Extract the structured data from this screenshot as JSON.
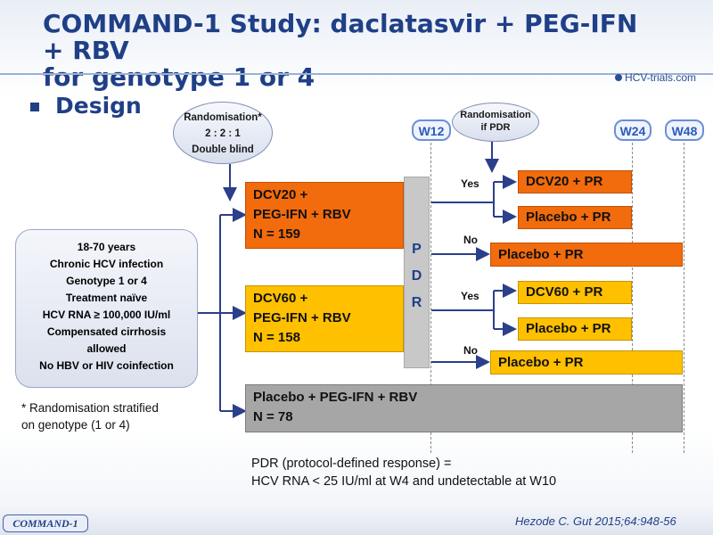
{
  "title": {
    "line1": "COMMAND-1 Study: daclatasvir + PEG-IFN + RBV",
    "line2": "for genotype 1 or 4"
  },
  "logo": {
    "text": "HCV-trials.com"
  },
  "section": "Design",
  "randomisation": {
    "line1": "Randomisation*",
    "line2": "2 : 2 : 1",
    "line3": "Double blind"
  },
  "randomisation_pdr": {
    "line1": "Randomisation",
    "line2": "if PDR"
  },
  "weeks": [
    "W12",
    "W24",
    "W48"
  ],
  "criteria": [
    "18-70 years",
    "Chronic HCV infection",
    "Genotype 1 or 4",
    "Treatment naïve",
    "HCV RNA ≥ 100,000 IU/ml",
    "Compensated cirrhosis",
    "allowed",
    "No HBV or HIV coinfection"
  ],
  "note": {
    "line1": "* Randomisation stratified",
    "line2": "on genotype (1 or 4)"
  },
  "arms": {
    "dcv20": {
      "line1": "DCV20 +",
      "line2": "PEG-IFN + RBV",
      "line3": "N = 159"
    },
    "dcv60": {
      "line1": "DCV60 +",
      "line2": "PEG-IFN + RBV",
      "line3": "N = 158"
    },
    "placebo": {
      "line1": "Placebo + PEG-IFN + RBV",
      "line2": "N = 78"
    }
  },
  "pdr_letters": [
    "P",
    "D",
    "R"
  ],
  "branches": {
    "yes": "Yes",
    "no": "No",
    "dcv20_pr": "DCV20 + PR",
    "dcv60_pr": "DCV60 + PR",
    "placebo_pr": "Placebo + PR"
  },
  "pdr_definition": {
    "line1": "PDR (protocol-defined response) =",
    "line2": "HCV RNA < 25 IU/ml at W4 and undetectable at W10"
  },
  "footer": {
    "tag": "COMMAND-1",
    "citation": "Hezode C. Gut 2015;64:948-56"
  },
  "colors": {
    "title": "#1f3f87",
    "orange": "#f26b0c",
    "yellow": "#ffc000",
    "grey": "#a6a6a6",
    "arrow": "#2b3f8a"
  }
}
